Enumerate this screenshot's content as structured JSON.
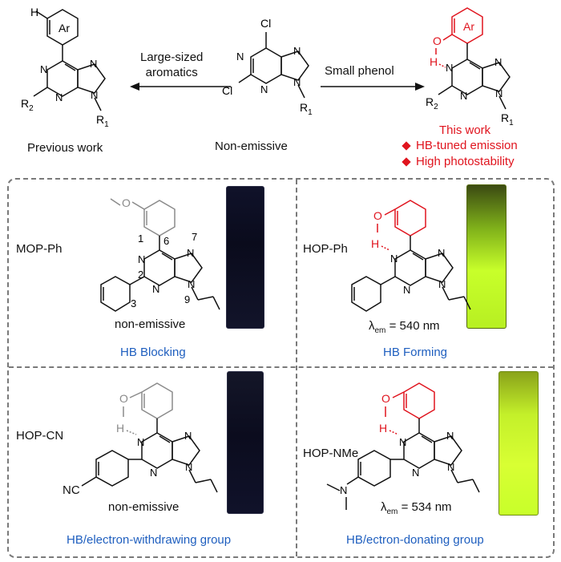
{
  "top": {
    "left_arrow_label": "Large-sized\naromatics",
    "right_arrow_label": "Small phenol",
    "left_caption": "Previous work",
    "center_caption": "Non-emissive",
    "this_work": "This work",
    "bullets": [
      "HB-tuned emission",
      "High photostability"
    ],
    "atom_labels": {
      "ar": "Ar",
      "h": "H",
      "o": "O",
      "n": "N",
      "cl": "Cl",
      "r1": "R",
      "r1_sub": "1",
      "r2": "R",
      "r2_sub": "2"
    }
  },
  "panels": [
    {
      "name": "MOP-Ph",
      "caption": "HB Blocking",
      "emission": "non-emissive",
      "numbering": [
        "1",
        "2",
        "3",
        "6",
        "7",
        "9"
      ],
      "cuvette": "dark"
    },
    {
      "name": "HOP-Ph",
      "caption": "HB Forming",
      "emission_prefix": "λ",
      "emission_sub": "em",
      "emission_value": "= 540 nm",
      "cuvette": "green"
    },
    {
      "name": "HOP-CN",
      "caption": "HB/electron-withdrawing group",
      "emission": "non-emissive",
      "substituent": "NC",
      "cuvette": "dark"
    },
    {
      "name": "HOP-NMe",
      "caption": "HB/ectron-donating group",
      "emission_prefix": "λ",
      "emission_sub": "em",
      "emission_value": "= 534 nm",
      "cuvette": "green"
    }
  ],
  "colors": {
    "highlight_red": "#e0141e",
    "caption_blue": "#1f5fbf",
    "dashed_border": "#7a7a7a",
    "fluorescence_green": "#c8ff2a",
    "dark_cuvette": "#0b0c1e"
  }
}
